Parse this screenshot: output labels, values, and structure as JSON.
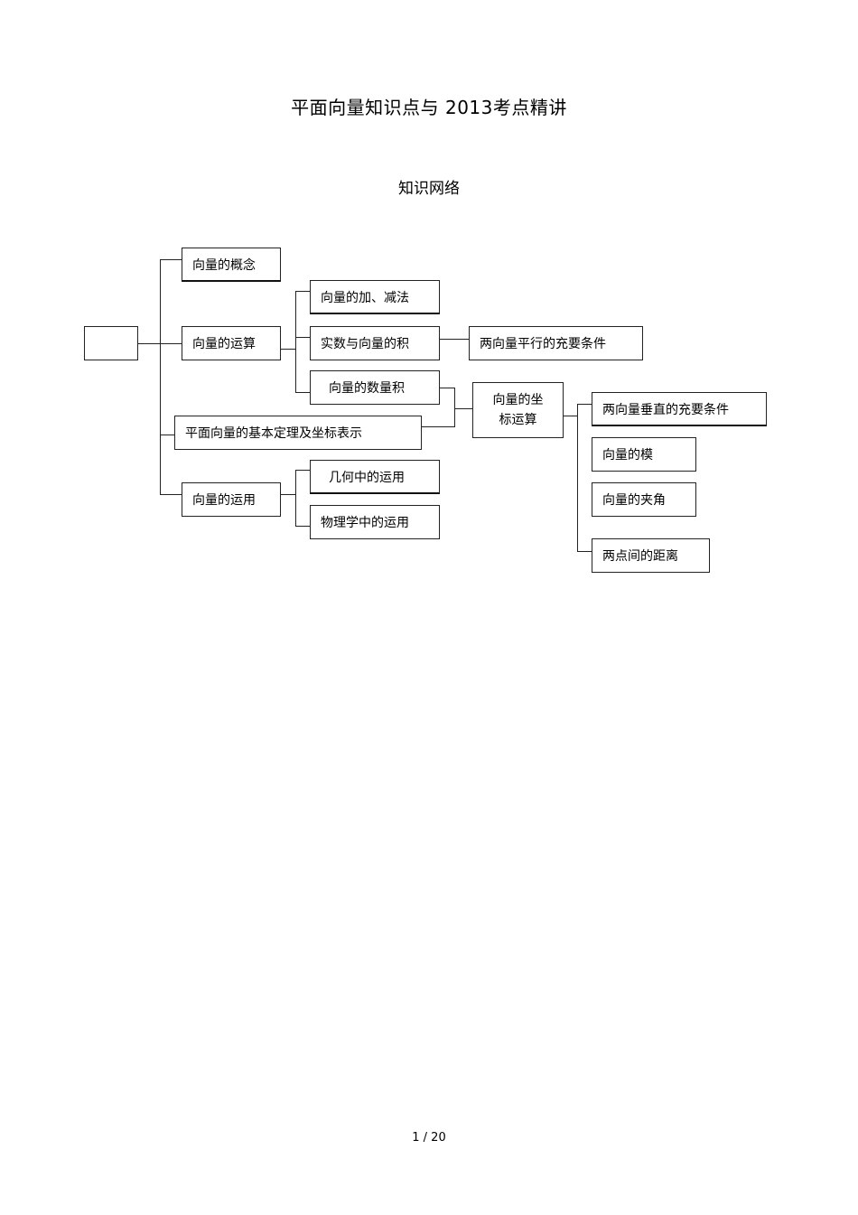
{
  "document": {
    "title": "平面向量知识点与 2013考点精讲",
    "subtitle": "知识网络",
    "page_number": "1 / 20"
  },
  "diagram": {
    "root": "",
    "concept": "向量的概念",
    "operation": "向量的运算",
    "add_sub": "向量的加、减法",
    "scalar_mult": "实数与向量的积",
    "parallel_cond": "两向量平行的充要条件",
    "dot_product": "向量的数量积",
    "basic_theorem": "平面向量的基本定理及坐标表示",
    "coord_op": "向量的坐标运算",
    "perp_cond": "两向量垂直的充要条件",
    "magnitude": "向量的模",
    "angle": "向量的夹角",
    "distance": "两点间的距离",
    "application": "向量的运用",
    "geometry_app": "几何中的运用",
    "physics_app": "物理学中的运用"
  }
}
